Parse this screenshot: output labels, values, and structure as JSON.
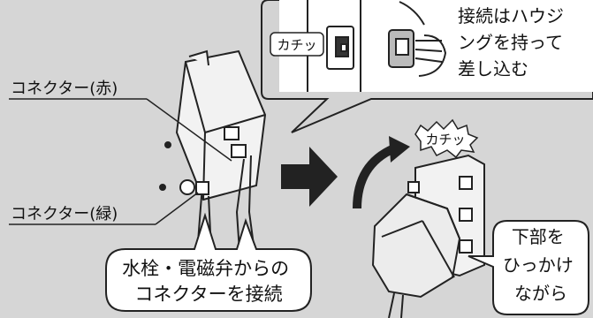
{
  "callout": {
    "click_label": "カチッ",
    "instruction_lines": [
      "接続はハウジ",
      "ングを持って",
      "差し込む"
    ]
  },
  "labels": {
    "connector_red": "コネクター(赤)",
    "connector_green": "コネクター(緑)",
    "click_burst": "カチッ"
  },
  "bubble_connect": {
    "lines": [
      "水栓・電磁弁からの",
      "コネクターを接続"
    ]
  },
  "bubble_bottom": {
    "lines": [
      "下部を",
      "ひっかけ",
      "ながら"
    ]
  },
  "colors": {
    "background": "#d6d6d6",
    "panel": "#ffffff",
    "callout_fill": "#d3d3d3",
    "outline": "#222222",
    "arrow": "#222222"
  },
  "icons": {
    "step_arrow": "right-arrow-icon",
    "rotation_arrow": "curved-arrow-icon"
  }
}
